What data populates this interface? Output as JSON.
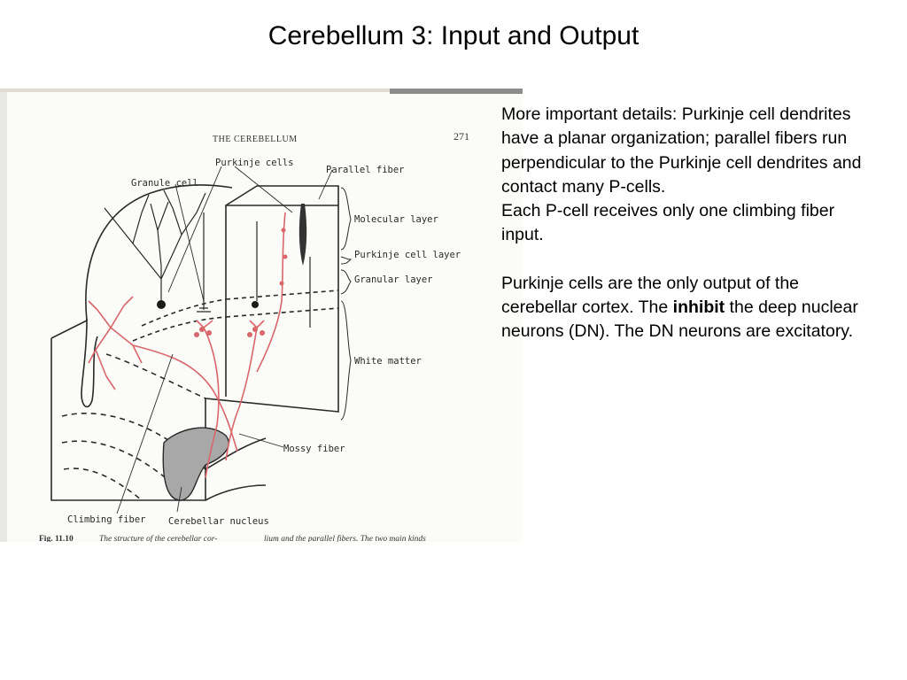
{
  "slide": {
    "title": "Cerebellum 3: Input and Output"
  },
  "figure": {
    "header": "THE CEREBELLUM",
    "page_number": "271",
    "labels": {
      "purkinje_cells": "Purkinje cells",
      "parallel_fiber": "Parallel fiber",
      "granule_cell": "Granule cell",
      "molecular_layer": "Molecular layer",
      "purkinje_cell_layer": "Purkinje cell layer",
      "granular_layer": "Granular layer",
      "white_matter": "White matter",
      "mossy_fiber": "Mossy fiber",
      "climbing_fiber": "Climbing fiber",
      "cerebellar_nucleus": "Cerebellar nucleus"
    },
    "caption": {
      "fig_number": "Fig. 11.10",
      "text_left": "The structure of the cerebellar cor-",
      "text_right": "lium and the parallel fibers. The two main kinds"
    },
    "colors": {
      "line": "#2a2a2a",
      "red_cell": "#d9666a",
      "nucleus_fill": "#a8a8a8"
    }
  },
  "body": {
    "para1_line1": "More important details: Purkinje cell dendrites have a planar organization; parallel fibers run perpendicular to the Purkinje cell dendrites and contact many P-cells.",
    "para1_line2": "Each P-cell receives only one climbing fiber input.",
    "para2_before": "Purkinje cells are the only output of the cerebellar cortex. The ",
    "para2_bold": "inhibit",
    "para2_after": " the deep nuclear neurons (DN). The DN neurons are excitatory."
  }
}
